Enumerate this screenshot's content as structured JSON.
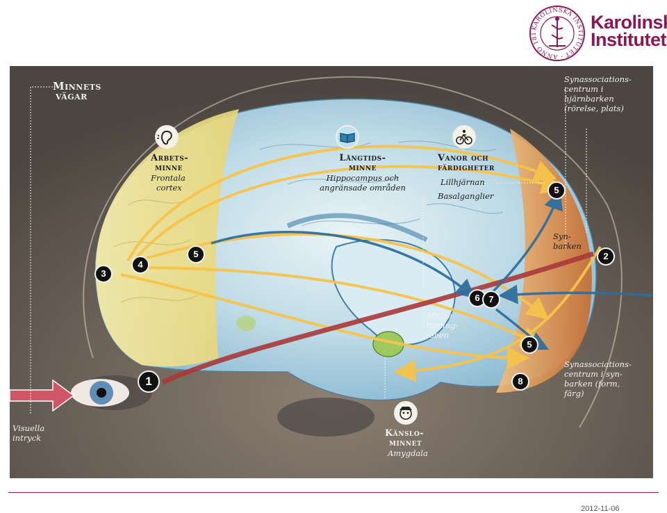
{
  "logo": {
    "line1": "Karolinska",
    "line2": "Institutet",
    "seal_text": "KAROLINSKA INSTITUTET · ANNO 1810"
  },
  "diagram": {
    "title_line1": "Minnets",
    "title_line2": "vägar",
    "labels": {
      "arbetsminne_h1": "Arbets-",
      "arbetsminne_h2": "minne",
      "arbetsminne_s1": "Frontala",
      "arbetsminne_s2": "cortex",
      "langtid_h1": "Långtids-",
      "langtid_h2": "minne",
      "langtid_s1": "Hippocampus och",
      "langtid_s2": "angränsade områden",
      "vanor_h1": "Vanor och",
      "vanor_h2": "färdigheter",
      "vanor_s1": "Lillhjärnan",
      "vanor_s2": "Basalganglier",
      "syn_top_1": "Synassociations-",
      "syn_top_2": "centrum i",
      "syn_top_3": "hjärnbarken",
      "syn_top_4": "(rörelse, plats)",
      "synbarken_1": "Syn-",
      "synbarken_2": "barken",
      "syn_bot_1": "Synassociations-",
      "syn_bot_2": "centrum i syn-",
      "syn_bot_3": "barken (form,",
      "syn_bot_4": "färg)",
      "mittre_1": "Mittre",
      "mittre_2": "tinning-",
      "mittre_3": "loben",
      "kanslo_h1": "Känslo-",
      "kanslo_h2": "minnet",
      "kanslo_s": "Amygdala",
      "visuella_1": "Visuella",
      "visuella_2": "intryck"
    },
    "numbers": [
      "1",
      "2",
      "3",
      "4",
      "5",
      "5",
      "5",
      "6",
      "7",
      "8"
    ],
    "icons": [
      "ear-icon",
      "book-icon",
      "cyclist-icon",
      "pirate-face-icon"
    ]
  },
  "footer": {
    "date": "2012-11-06"
  }
}
